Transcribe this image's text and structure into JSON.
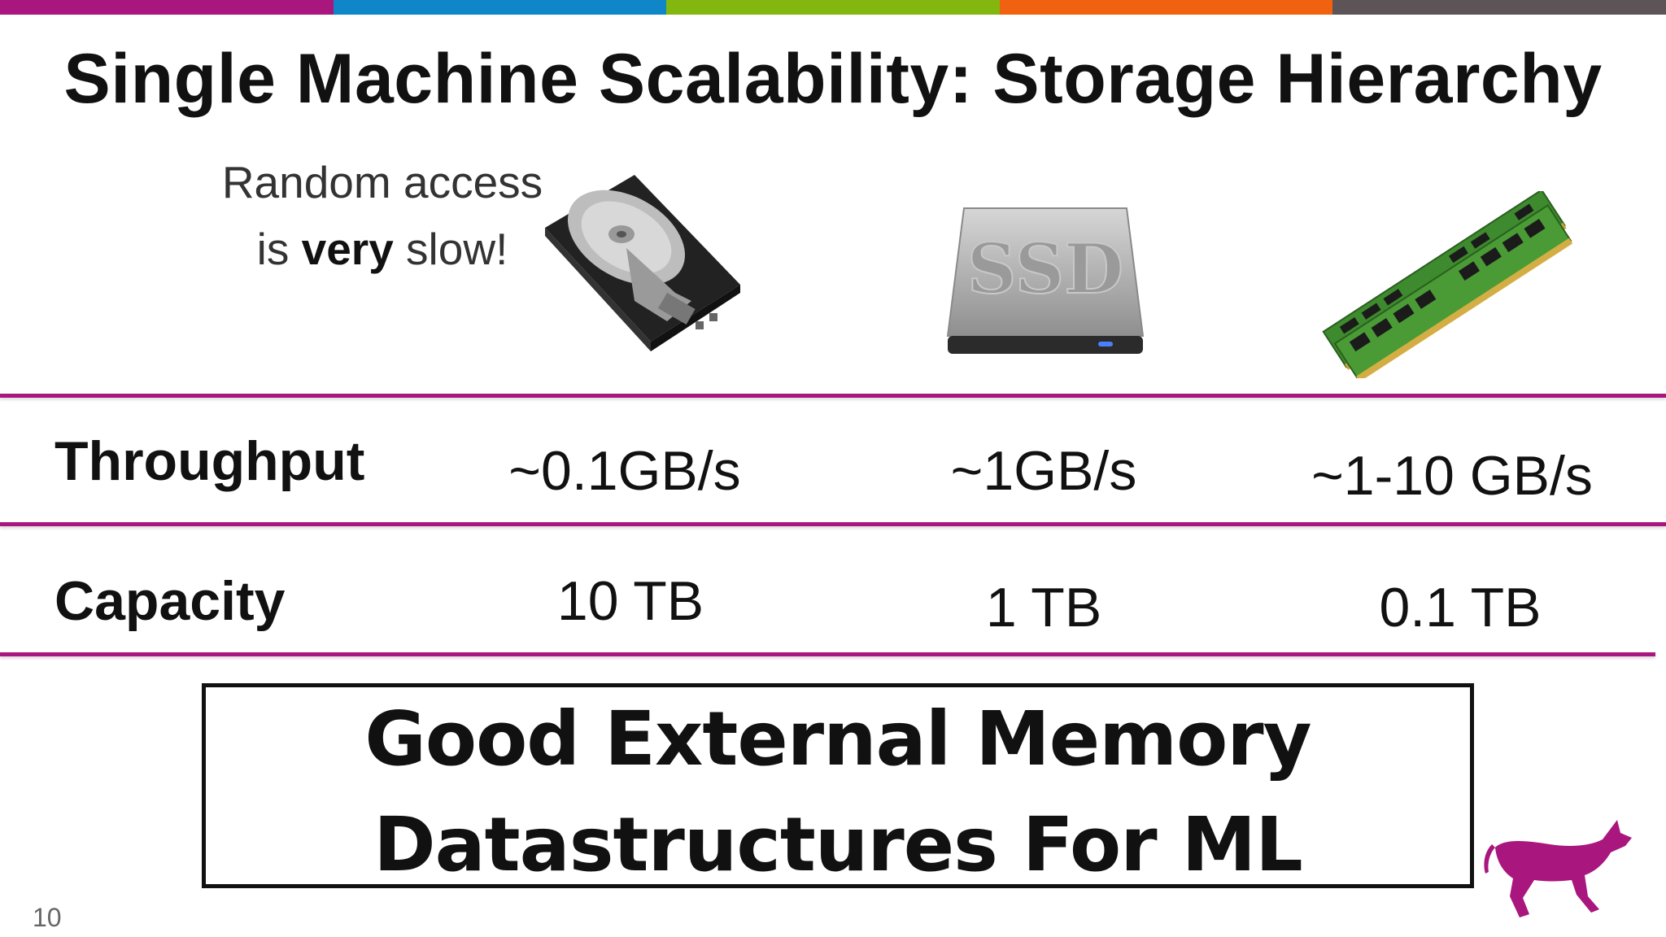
{
  "slide": {
    "title": "Single Machine Scalability: Storage Hierarchy",
    "page_number": "10",
    "colors": {
      "bar": [
        "#a8167e",
        "#0e86c8",
        "#83b70f",
        "#f0620f",
        "#5c5457"
      ],
      "rule": "#a8167e"
    }
  },
  "note": {
    "line1": "Random access",
    "line2_pre": "is ",
    "line2_bold": "very",
    "line2_post": " slow!"
  },
  "devices": {
    "hdd": {
      "icon": "hard-disk-drive-image"
    },
    "ssd": {
      "icon": "ssd-image",
      "label": "SSD"
    },
    "ram": {
      "icon": "ram-module-image"
    }
  },
  "table": {
    "throughput": {
      "label": "Throughput",
      "hdd": "~0.1GB/s",
      "ssd": "~1GB/s",
      "ram": "~1-10 GB/s"
    },
    "capacity": {
      "label": "Capacity",
      "hdd": "10 TB",
      "ssd": "1 TB",
      "ram": "0.1 TB"
    }
  },
  "callout": {
    "line1": "Good External Memory",
    "line2": "Datastructures For ML"
  },
  "logo": {
    "icon": "dog-mascot-logo"
  }
}
